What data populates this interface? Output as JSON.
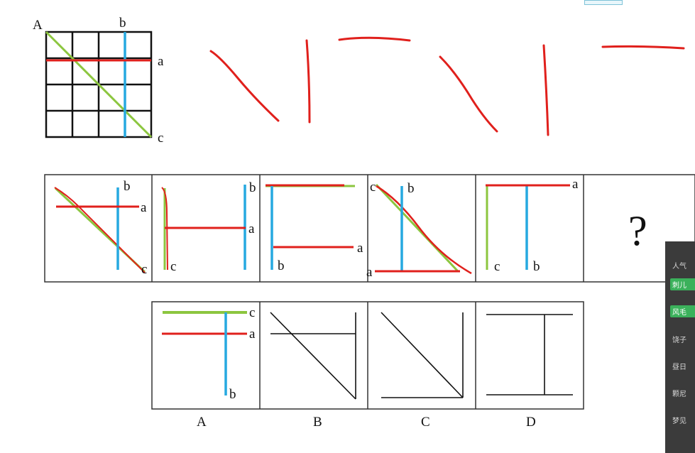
{
  "grid": {
    "corner_A": "A",
    "label_b": "b",
    "label_a": "a",
    "label_c": "c"
  },
  "sequence": {
    "panel1": {
      "b": "b",
      "a": "a",
      "c": "c"
    },
    "panel2": {
      "b": "b",
      "a": "a",
      "c": "c"
    },
    "panel3": {
      "a": "a",
      "b": "b"
    },
    "panel4": {
      "c": "c",
      "b": "b",
      "a": "a"
    },
    "panel5": {
      "a": "a",
      "c": "c",
      "b": "b"
    },
    "question_mark": "?"
  },
  "options": {
    "A": {
      "letter": "A",
      "c": "c",
      "a": "a",
      "b": "b"
    },
    "B": {
      "letter": "B"
    },
    "C": {
      "letter": "C"
    },
    "D": {
      "letter": "D"
    }
  },
  "side_panel": {
    "items": [
      "人气",
      "刺儿",
      "风毛",
      "饶子",
      "昼日",
      "颗尼",
      "梦见"
    ]
  },
  "colors": {
    "red": "#e0201c",
    "green": "#8cc63f",
    "blue": "#26a9e0",
    "line": "#111111"
  }
}
